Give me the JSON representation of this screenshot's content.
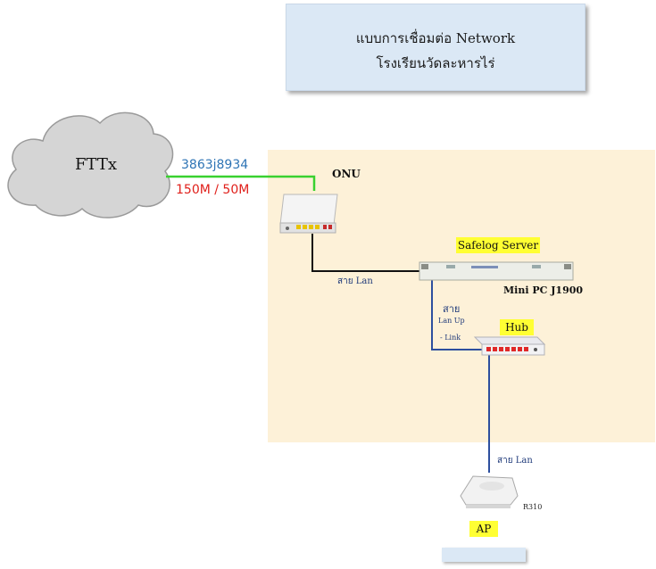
{
  "title": {
    "line1": "แบบการเชื่อมต่อ Network",
    "line2": "โรงเรียนวัดละหารไร่"
  },
  "cloud": {
    "label": "FTTx"
  },
  "circuit": {
    "id": "3863j8934",
    "speed": "150M / 50M",
    "id_color": "#2e74b5",
    "speed_color": "#e0201b"
  },
  "onu": {
    "label": "ONU"
  },
  "cable_onu_server": {
    "label": "สาย Lan"
  },
  "server": {
    "label": "Safelog Server",
    "model": "Mini PC J1900"
  },
  "cable_server_hub": {
    "line1": "สาย",
    "line2": "Lan Up",
    "line3": "- Link"
  },
  "hub": {
    "label": "Hub"
  },
  "cable_hub_ap": {
    "label": "สาย Lan"
  },
  "ap": {
    "model": "R310",
    "label": "AP"
  },
  "colors": {
    "zone": "#fdf1d8",
    "green_wire": "#39d12f",
    "blue_wire": "#2d4f9e",
    "highlight": "#ffff33"
  },
  "icons": [
    "cloud-icon",
    "onu-router-icon",
    "server-rack-icon",
    "switch-hub-icon",
    "access-point-icon"
  ]
}
